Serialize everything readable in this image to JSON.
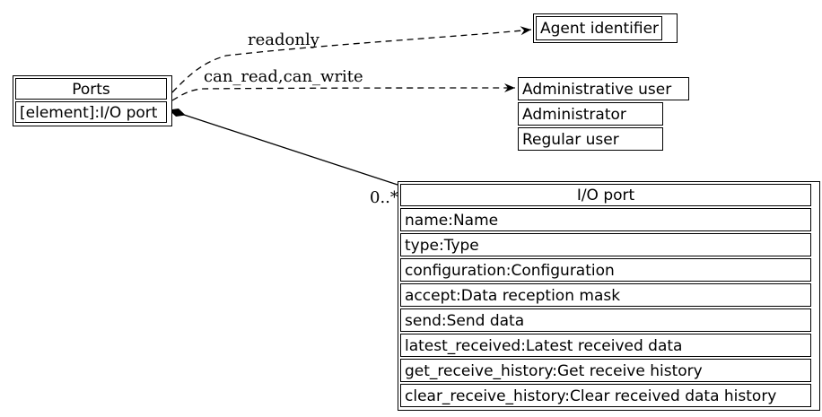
{
  "diagram": {
    "nodes": {
      "ports": {
        "title": "Ports",
        "attributes": [
          "[element]:I/O port"
        ]
      },
      "agent_identifier": {
        "title": "Agent identifier"
      },
      "administrative_user": {
        "title": "Administrative user",
        "members": [
          "Administrator",
          "Regular user"
        ]
      },
      "io_port": {
        "title": "I/O port",
        "attributes": [
          "name:Name",
          "type:Type",
          "configuration:Configuration",
          "accept:Data reception mask",
          "send:Send data",
          "latest_received:Latest received data",
          "get_receive_history:Get receive history",
          "clear_receive_history:Clear received data history"
        ]
      }
    },
    "edges": [
      {
        "from": "Ports",
        "to": "Agent identifier",
        "label": "readonly",
        "line_style": "dashed",
        "arrow": "vee"
      },
      {
        "from": "Ports",
        "to": "Administrative user",
        "label": "can_read,can_write",
        "line_style": "dashed",
        "arrow": "vee"
      },
      {
        "from": "Ports",
        "to": "I/O port",
        "label": "0..*",
        "line_style": "solid",
        "source_decoration": "filled-diamond"
      }
    ],
    "colors": {
      "line": "#000000",
      "text": "#000000",
      "node_fill": "#ffffff",
      "background": "#ffffff"
    }
  }
}
